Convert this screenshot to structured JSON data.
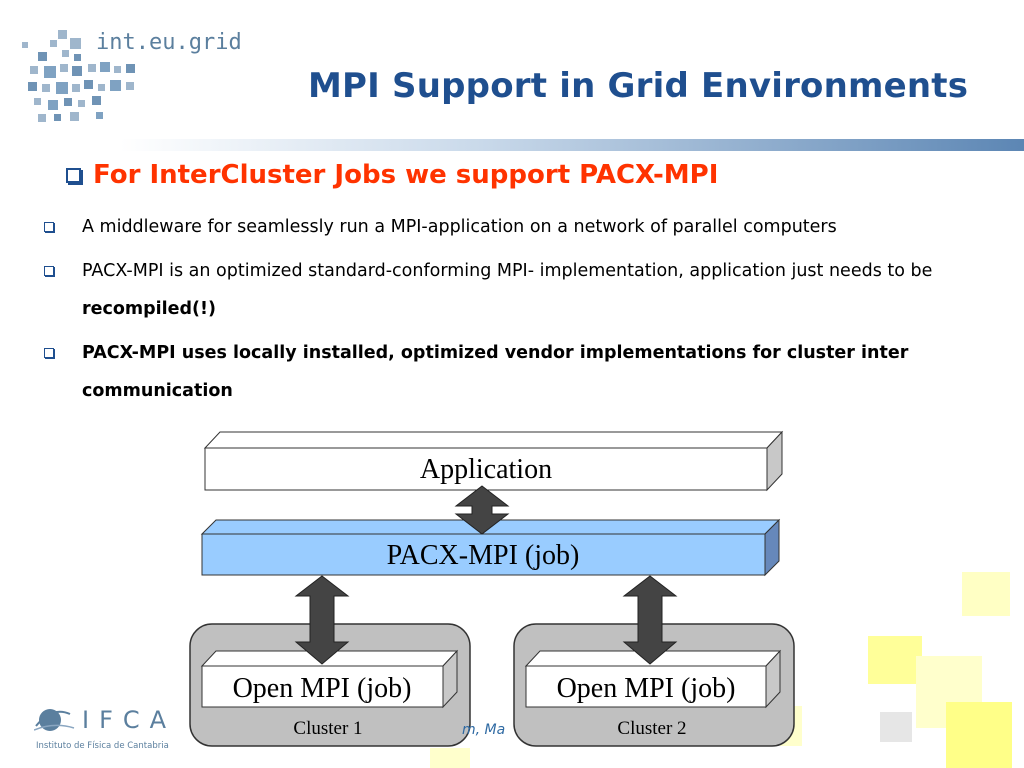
{
  "header": {
    "logo_text": "int.eu.grid",
    "title": "MPI Support in Grid Environments"
  },
  "subheading": "For InterCluster Jobs we support PACX-MPI",
  "bullets": [
    {
      "text": "A middleware for seamlessly run a MPI-application on a network of parallel computers"
    },
    {
      "text_plain": "PACX-MPI is an optimized standard-conforming MPI- implementation, application just needs to be ",
      "text_bold": "recompiled(!)"
    },
    {
      "text_bold_full": "PACX-MPI uses locally installed, optimized vendor implementations for cluster inter communication"
    }
  ],
  "diagram": {
    "application": "Application",
    "pacx": "PACX-MPI (job)",
    "open_mpi_1": "Open MPI (job)",
    "open_mpi_2": "Open MPI (job)",
    "cluster_1": "Cluster 1",
    "cluster_2": "Cluster 2"
  },
  "footer": {
    "ifca_logo": "IFCA",
    "ifca_sub": "Instituto de Física de Cantabria",
    "partial_text": "m, Ma"
  },
  "colors": {
    "title": "#1f4f8f",
    "subheading": "#ff3300",
    "pacx_fill": "#99ccff",
    "cluster_fill": "#c0c0c0"
  }
}
